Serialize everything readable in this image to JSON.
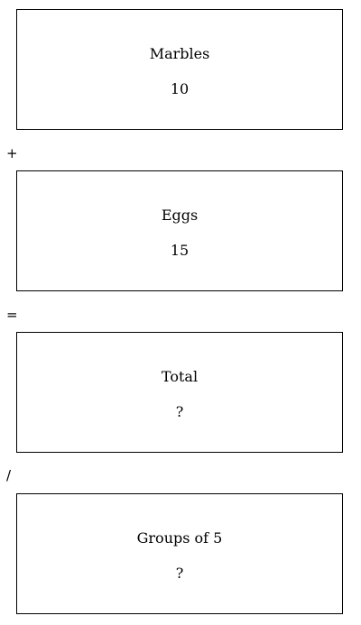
{
  "boxes": [
    {
      "label": "Marbles",
      "value": "10"
    },
    {
      "label": "Eggs",
      "value": "15"
    },
    {
      "label": "Total",
      "value": "?"
    },
    {
      "label": "Groups of 5",
      "value": "?"
    }
  ],
  "operators": [
    "+",
    "=",
    "/"
  ]
}
